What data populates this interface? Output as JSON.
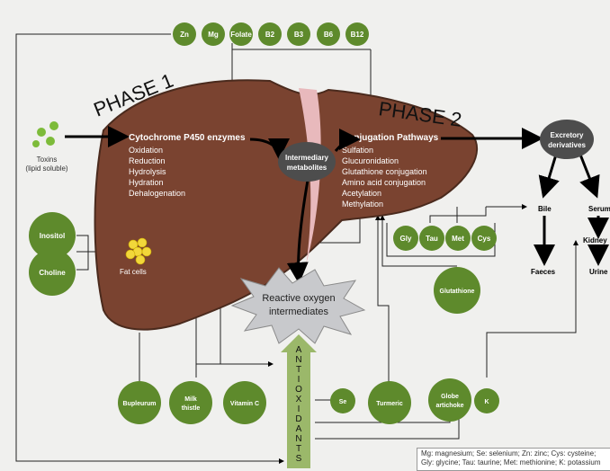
{
  "top_nutrients": [
    "Zn",
    "Mg",
    "Folate",
    "B2",
    "B3",
    "B6",
    "B12"
  ],
  "phase1": {
    "title": "PHASE 1",
    "heading": "Cytochrome P450 enzymes",
    "reactions": [
      "Oxidation",
      "Reduction",
      "Hydrolysis",
      "Hydration",
      "Dehalogenation"
    ]
  },
  "phase2": {
    "title": "PHASE 2",
    "heading": "Conjugation Pathways",
    "reactions": [
      "Sulfation",
      "Glucuronidation",
      "Glutathione conjugation",
      "Amino acid conjugation",
      "Acetylation",
      "Methylation"
    ]
  },
  "toxins": [
    "Toxins",
    "(lipid soluble)"
  ],
  "intermediary": [
    "Intermediary",
    "metabolites"
  ],
  "excretory": [
    "Excretory",
    "derivatives"
  ],
  "bile": "Bile",
  "serum": "Serum",
  "kidney": "Kidney",
  "faeces": "Faeces",
  "urine": "Urine",
  "fat_cells": "Fat cells",
  "left_nutrients": [
    "Inositol",
    "Choline"
  ],
  "amino_acids": [
    "Gly",
    "Tau",
    "Met",
    "Cys"
  ],
  "glutathione": "Glutathione",
  "reactive": [
    "Reactive oxygen",
    "intermediates"
  ],
  "antioxidants_letters": [
    "A",
    "N",
    "T",
    "I",
    "O",
    "X",
    "I",
    "D",
    "A",
    "N",
    "T",
    "S"
  ],
  "bottom_agents": [
    "Bupleurum",
    "Milk thistle",
    "Vitamin C",
    "Se",
    "Turmeric",
    "Globe artichoke",
    "K"
  ],
  "legend": [
    "Mg: magnesium; Se: selenium; Zn: zinc; Cys: cysteine;",
    "Gly: glycine; Tau: taurine; Met: methionine; K: potassium"
  ],
  "colors": {
    "circle_green": "#5e8a2c",
    "liver": "#7a4330",
    "dark_node": "#4d4d4d",
    "arrow_green": "#9bb86a"
  }
}
